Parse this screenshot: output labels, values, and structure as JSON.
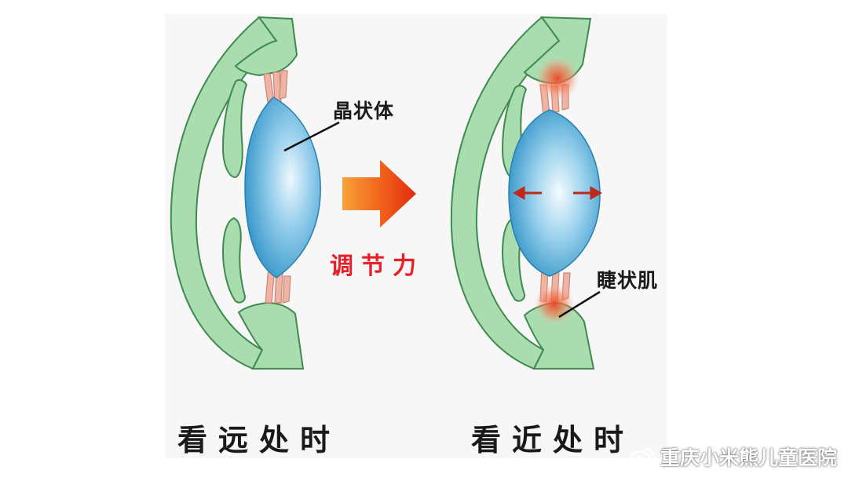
{
  "labels": {
    "lens": "晶状体",
    "ciliary_muscle": "睫状肌",
    "accommodation": "调节力",
    "far": "看远处时",
    "near": "看近处时"
  },
  "watermark": {
    "text": "重庆小米熊儿童医院",
    "icon": "weibo-icon"
  },
  "colors": {
    "tissue": "#a9ddb0",
    "tissue_stroke": "#3f8a4e",
    "lens": "#4aa9d8",
    "ligament": "#f0b3a4",
    "arrow": "#ec4a12",
    "label_red": "#e8202a",
    "muscle_glow": "#ee5533"
  }
}
